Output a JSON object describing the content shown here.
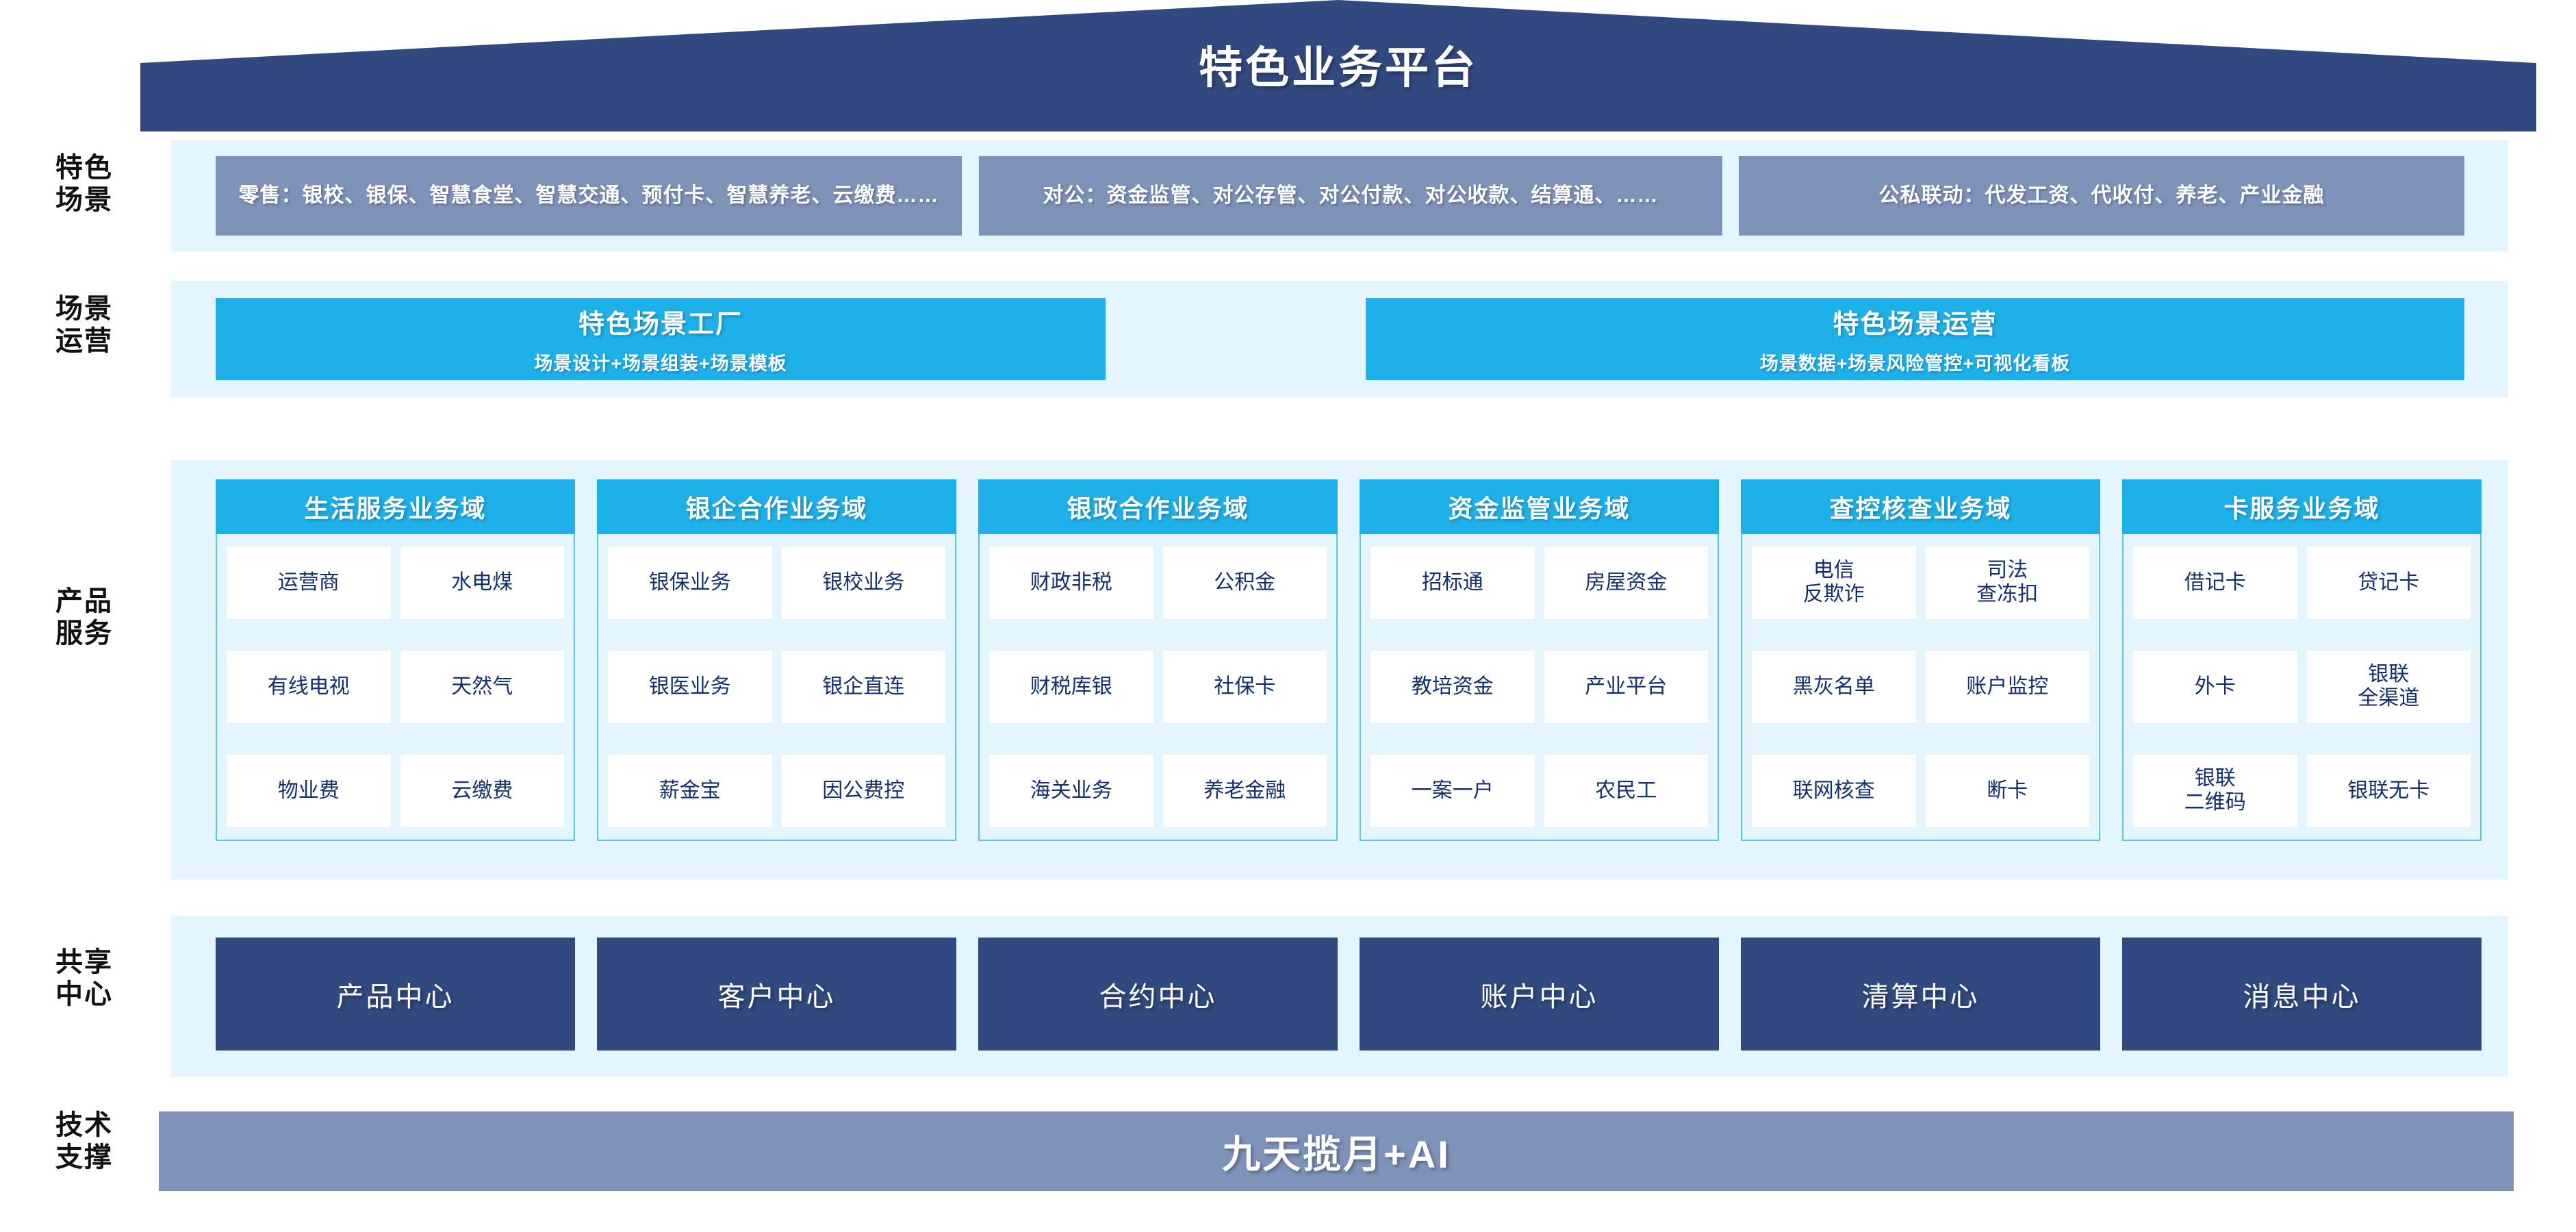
{
  "platform": {
    "title": "特色业务平台",
    "roof_color": "#32497f"
  },
  "row_labels": {
    "scenarios": "特色\n场景",
    "operations": "场景\n运营",
    "products": "产品\n服务",
    "shared_centers": "共享\n中心",
    "tech_support": "技术\n支撑"
  },
  "scenarios": {
    "boxes": [
      {
        "text": "零售：银校、银保、智慧食堂、智慧交通、预付卡、智慧养老、云缴费……"
      },
      {
        "text": "对公：资金监管、对公存管、对公付款、对公收款、结算通、……"
      },
      {
        "text": "公私联动：代发工资、代收付、养老、产业金融"
      }
    ]
  },
  "operations": {
    "boxes": [
      {
        "title": "特色场景工厂",
        "subtitle": "场景设计+场景组装+场景模板"
      },
      {
        "title": "特色场景运营",
        "subtitle": "场景数据+场景风险管控+可视化看板"
      }
    ]
  },
  "products": {
    "columns": [
      {
        "header": "生活服务业务域",
        "rows": [
          [
            "运营商",
            "水电煤"
          ],
          [
            "有线电视",
            "天然气"
          ],
          [
            "物业费",
            "云缴费"
          ]
        ]
      },
      {
        "header": "银企合作业务域",
        "rows": [
          [
            "银保业务",
            "银校业务"
          ],
          [
            "银医业务",
            "银企直连"
          ],
          [
            "薪金宝",
            "因公费控"
          ]
        ]
      },
      {
        "header": "银政合作业务域",
        "rows": [
          [
            "财政非税",
            "公积金"
          ],
          [
            "财税库银",
            "社保卡"
          ],
          [
            "海关业务",
            "养老金融"
          ]
        ]
      },
      {
        "header": "资金监管业务域",
        "rows": [
          [
            "招标通",
            "房屋资金"
          ],
          [
            "教培资金",
            "产业平台"
          ],
          [
            "一案一户",
            "农民工"
          ]
        ]
      },
      {
        "header": "查控核查业务域",
        "rows": [
          [
            "电信\n反欺诈",
            "司法\n查冻扣"
          ],
          [
            "黑灰名单",
            "账户监控"
          ],
          [
            "联网核查",
            "断卡"
          ]
        ]
      },
      {
        "header": "卡服务业务域",
        "rows": [
          [
            "借记卡",
            "贷记卡"
          ],
          [
            "外卡",
            "银联\n全渠道"
          ],
          [
            "银联\n二维码",
            "银联无卡"
          ]
        ]
      }
    ]
  },
  "shared_centers": {
    "items": [
      "产品中心",
      "客户中心",
      "合约中心",
      "账户中心",
      "清算中心",
      "消息中心"
    ]
  },
  "tech_support": {
    "label": "九天揽月+AI"
  },
  "colors": {
    "dark_blue": "#32497f",
    "slate_blue": "#7e92b8",
    "cyan": "#1eb0e8",
    "band_light": "#e5f5fd",
    "cell_text": "#12306e",
    "cell_bg": "#ffffff",
    "panel_border": "#55c4ee"
  }
}
